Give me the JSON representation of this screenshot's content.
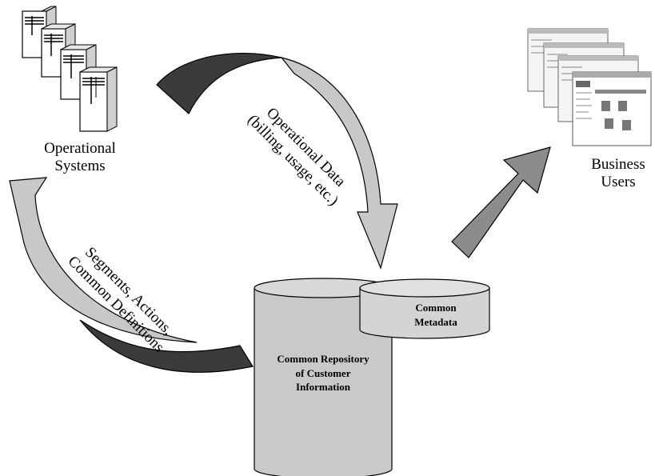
{
  "labels": {
    "operational_systems": [
      "Operational",
      "Systems"
    ],
    "business_users": [
      "Business",
      "Users"
    ],
    "operational_data": [
      "Operational Data",
      "(billing, usage, etc.)"
    ],
    "segments": [
      "Segments, Actions,",
      "Common Definitions"
    ],
    "repository": [
      "Common Repository",
      "of Customer",
      "Information"
    ],
    "metadata": [
      "Common",
      "Metadata"
    ]
  },
  "colors": {
    "dark_arrow": "#3b3b3b",
    "light_arrow": "#c8c8c8",
    "medium_arrow": "#8c8c8c",
    "cylinder": "#c9c9c9",
    "cylinder_top": "#d8d8d8"
  },
  "icons": {
    "servers": "server-stack-icon",
    "browsers": "browser-windows-icon"
  }
}
